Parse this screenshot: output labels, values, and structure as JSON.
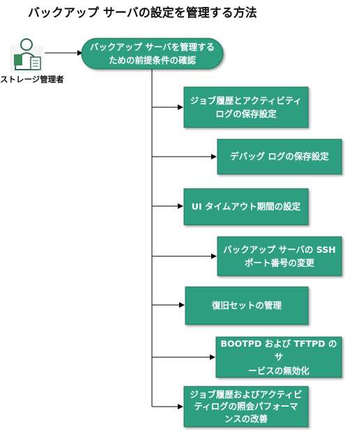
{
  "title": "バックアップ サーバの設定を管理する方法",
  "actor": {
    "label": "ストレージ管理者",
    "icon": "admin-person-icon"
  },
  "start": {
    "lines": [
      "バックアップ サーバを管理する",
      "ための前提条件の確認"
    ]
  },
  "steps": [
    {
      "lines": [
        "ジョブ履歴とアクティビティ",
        "ログの保存設定"
      ]
    },
    {
      "lines": [
        "デバッグ ログの保存設定"
      ]
    },
    {
      "lines": [
        "UI タイムアウト期間の設定"
      ]
    },
    {
      "lines": [
        "バックアップ サーバの SSH",
        "ポート番号の変更"
      ]
    },
    {
      "lines": [
        "復旧セットの管理"
      ]
    },
    {
      "lines": [
        "BOOTPD および TFTPD のサ",
        "ービスの無効化"
      ]
    },
    {
      "lines": [
        "ジョブ履歴およびアクティビ",
        "ティログの照会パフォーマ",
        "ンスの改善"
      ]
    }
  ],
  "colors": {
    "box_fill": "#2f9e80",
    "box_border": "#1f6f59",
    "connector": "#000000"
  }
}
